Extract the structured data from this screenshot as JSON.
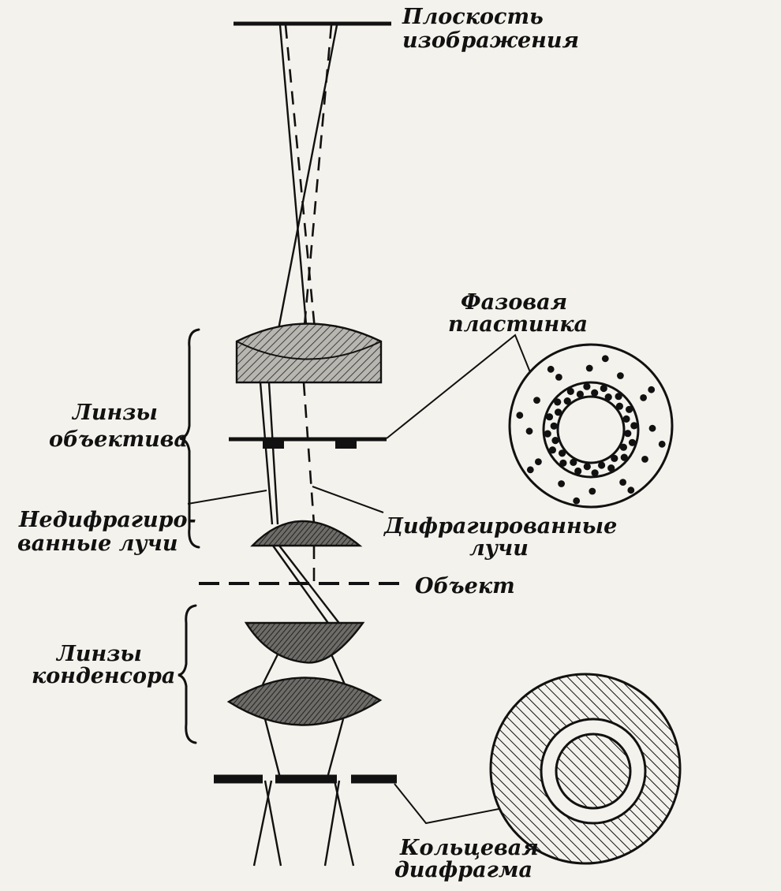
{
  "labels": {
    "image_plane": [
      "Плоскость",
      "изображения"
    ],
    "phase_plate": [
      "Фазовая",
      "пластинка"
    ],
    "objective_lenses": [
      "Линзы",
      "объектива"
    ],
    "undiffracted_rays": [
      "Недифрагиро-",
      "ванные лучи"
    ],
    "diffracted_rays": [
      "Дифрагированные",
      "лучи"
    ],
    "object": [
      "Объект"
    ],
    "condenser_lenses": [
      "Линзы",
      "конденсора"
    ],
    "annular_diaphragm": [
      "Кольцевая",
      "диафрагма"
    ]
  }
}
